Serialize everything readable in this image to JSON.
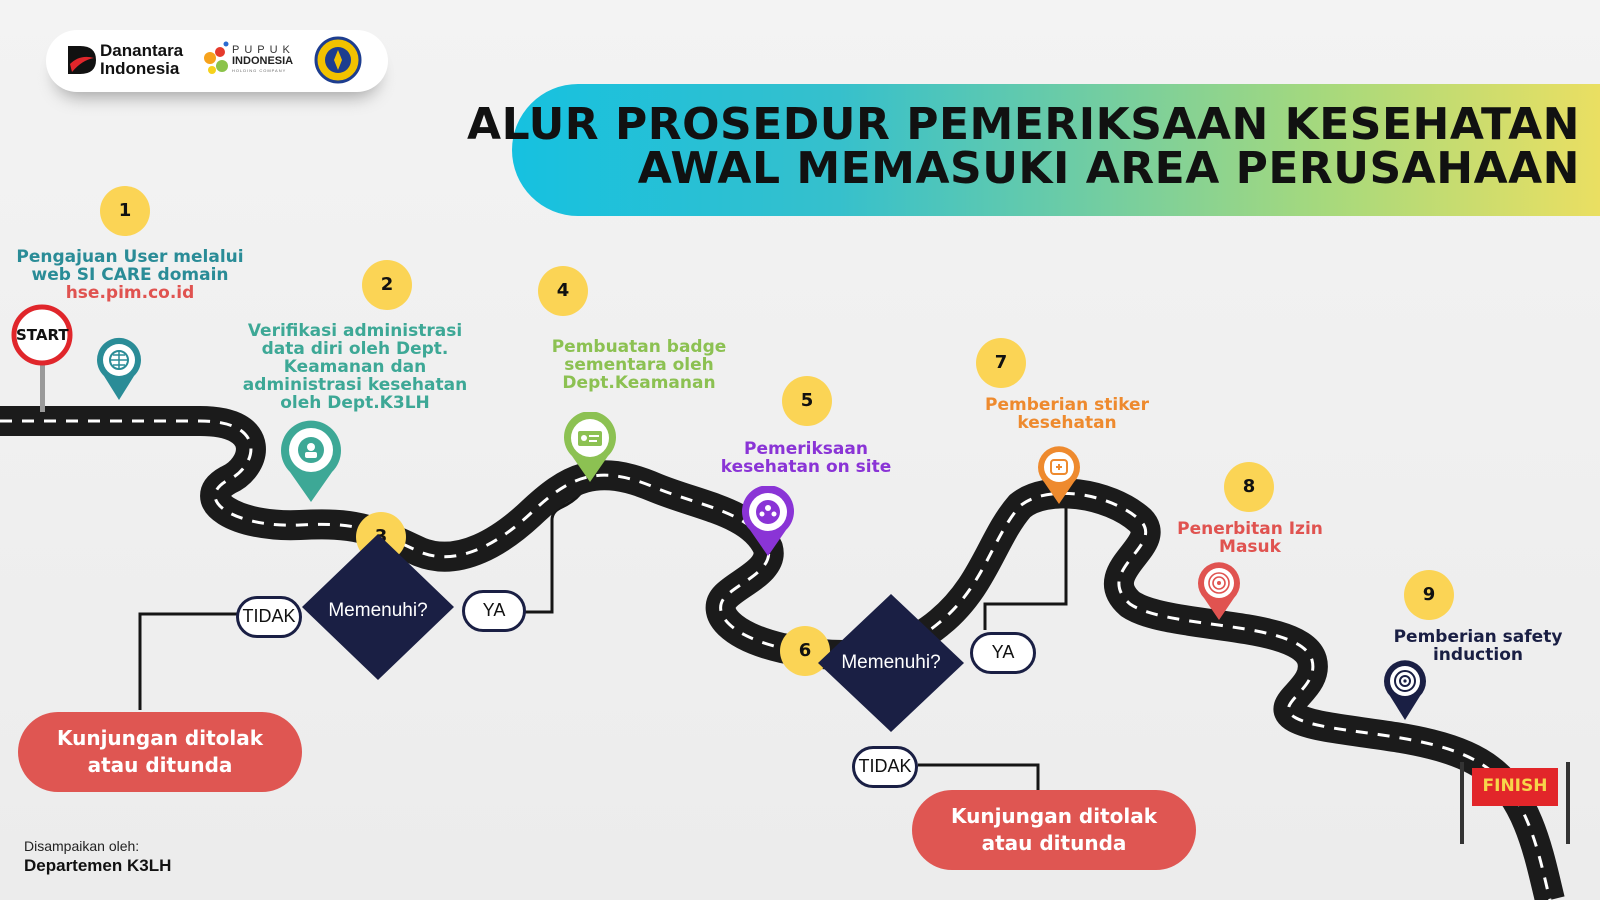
{
  "logos": {
    "danantara_line1": "Danantara",
    "danantara_line2": "Indonesia",
    "pupuk_line1": "PUPUK",
    "pupuk_line2": "INDONESIA",
    "pupuk_line3": "HOLDING COMPANY"
  },
  "title": {
    "line1": "ALUR PROSEDUR PEMERIKSAAN KESEHATAN",
    "line2": "AWAL MEMASUKI AREA PERUSAHAAN"
  },
  "start_label": "START",
  "finish_label": "FINISH",
  "steps": [
    {
      "number": "1",
      "lines": [
        "Pengajuan User melalui",
        "web SI CARE domain"
      ],
      "highlight": "hse.pim.co.id",
      "color": "#2a8c97",
      "icon": "globe-icon"
    },
    {
      "number": "2",
      "lines": [
        "Verifikasi administrasi",
        "data diri oleh Dept.",
        "Keamanan dan",
        "administrasi kesehatan",
        "oleh Dept.K3LH"
      ],
      "color": "#3da896",
      "icon": "id-verify-icon"
    },
    {
      "number": "3",
      "lines": [],
      "color": "#1a1f44",
      "icon": "decision"
    },
    {
      "number": "4",
      "lines": [
        "Pembuatan badge",
        "sementara oleh",
        "Dept.Keamanan"
      ],
      "color": "#8cc152",
      "icon": "badge-card-icon"
    },
    {
      "number": "5",
      "lines": [
        "Pemeriksaan",
        "kesehatan on site"
      ],
      "color": "#8a34d6",
      "icon": "medical-team-icon"
    },
    {
      "number": "6",
      "lines": [],
      "color": "#1a1f44",
      "icon": "decision"
    },
    {
      "number": "7",
      "lines": [
        "Pemberian stiker",
        "kesehatan"
      ],
      "color": "#ee8a2e",
      "icon": "sticker-icon"
    },
    {
      "number": "8",
      "lines": [
        "Penerbitan Izin",
        "Masuk"
      ],
      "color": "#e05350",
      "icon": "fingerprint-icon"
    },
    {
      "number": "9",
      "lines": [
        "Pemberian safety",
        "induction"
      ],
      "color": "#1a1f44",
      "icon": "target-icon"
    }
  ],
  "decision": {
    "question": "Memenuhi?",
    "yes": "YA",
    "no": "TIDAK"
  },
  "reject_text": [
    "Kunjungan ditolak",
    "atau ditunda"
  ],
  "footer": {
    "label": "Disampaikan oleh:",
    "department": "Departemen K3LH"
  },
  "colors": {
    "road": "#1b1b1b",
    "number_badge": "#fbd455",
    "decision": "#1a1f44",
    "reject": "#df5652",
    "finish": "#e2262a"
  }
}
